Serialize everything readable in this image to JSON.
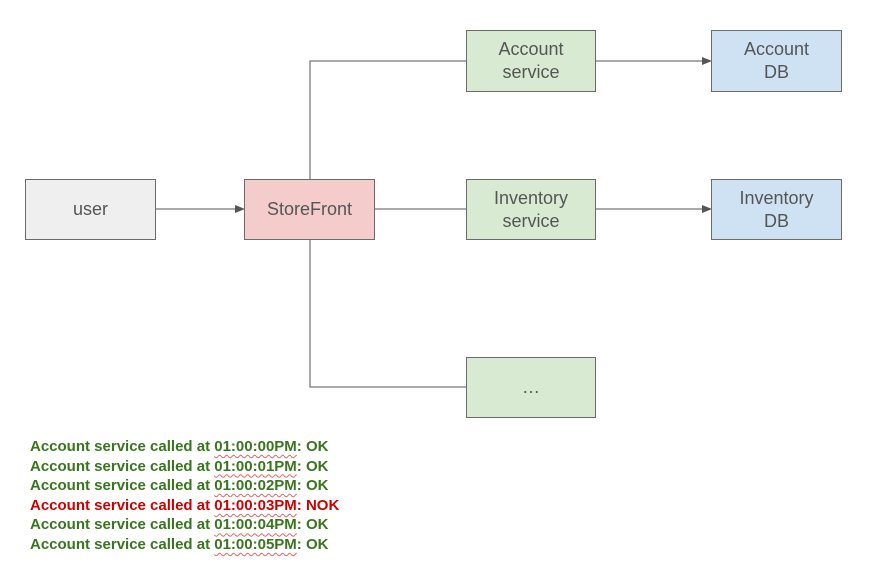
{
  "colors": {
    "user": "#efefef",
    "storefront": "#f4cccc",
    "service": "#d9ead3",
    "db": "#cfe2f3",
    "edge": "#555555",
    "log_ok": "#38761d",
    "log_nok": "#cc0000"
  },
  "nodes": {
    "user": {
      "label": "user"
    },
    "storefront": {
      "label": "StoreFront"
    },
    "account_service": {
      "label": "Account\nservice"
    },
    "account_db": {
      "label": "Account\nDB"
    },
    "inventory_service": {
      "label": "Inventory\nservice"
    },
    "inventory_db": {
      "label": "Inventory\nDB"
    },
    "more_services": {
      "label": "…"
    }
  },
  "log": [
    {
      "prefix": "Account service called at ",
      "time": "01:00:00PM",
      "suffix": ": OK",
      "status": "ok"
    },
    {
      "prefix": "Account service called at ",
      "time": "01:00:01PM",
      "suffix": ": OK",
      "status": "ok"
    },
    {
      "prefix": "Account service called at ",
      "time": "01:00:02PM",
      "suffix": ": OK",
      "status": "ok"
    },
    {
      "prefix": "Account service called at ",
      "time": "01:00:03PM",
      "suffix": ": NOK",
      "status": "nok"
    },
    {
      "prefix": "Account service called at ",
      "time": "01:00:04PM",
      "suffix": ": OK",
      "status": "ok"
    },
    {
      "prefix": "Account service called at ",
      "time": "01:00:05PM",
      "suffix": ": OK",
      "status": "ok"
    }
  ]
}
